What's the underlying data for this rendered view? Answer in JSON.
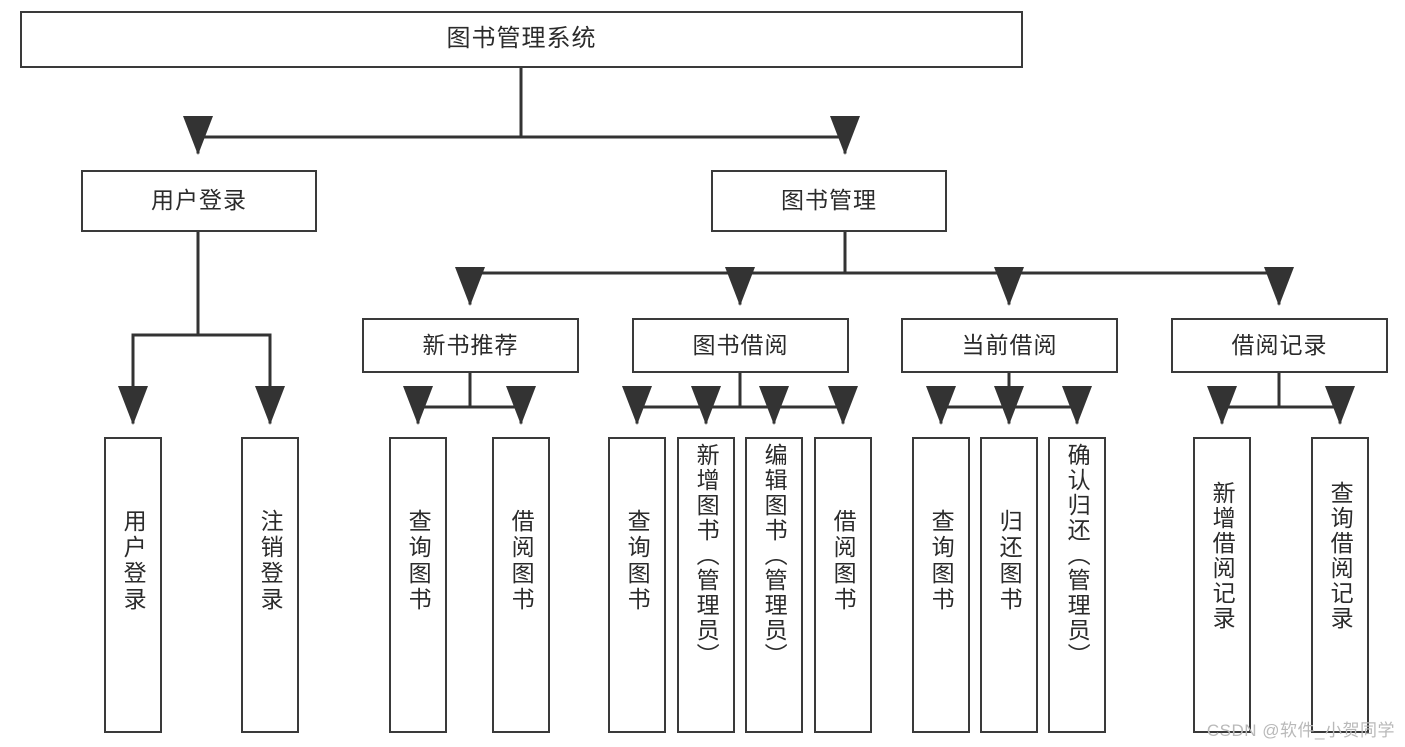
{
  "diagram": {
    "title": "图书管理系统",
    "root": {
      "label": "图书管理系统"
    },
    "level2": [
      {
        "label": "用户登录"
      },
      {
        "label": "图书管理"
      }
    ],
    "level3": [
      {
        "label": "新书推荐"
      },
      {
        "label": "图书借阅"
      },
      {
        "label": "当前借阅"
      },
      {
        "label": "借阅记录"
      }
    ],
    "leaves": {
      "user_login": [
        {
          "label": "用户登录"
        },
        {
          "label": "注销登录"
        }
      ],
      "new_book": [
        {
          "label": "查询图书"
        },
        {
          "label": "借阅图书"
        }
      ],
      "borrow_book": [
        {
          "label": "查询图书"
        },
        {
          "label": "新增图书（管理员）"
        },
        {
          "label": "编辑图书（管理员）"
        },
        {
          "label": "借阅图书"
        }
      ],
      "current_borrow": [
        {
          "label": "查询图书"
        },
        {
          "label": "归还图书"
        },
        {
          "label": "确认归还（管理员）"
        }
      ],
      "borrow_record": [
        {
          "label": "新增借阅记录"
        },
        {
          "label": "查询借阅记录"
        }
      ]
    },
    "watermark": "CSDN @软件_小贺同学",
    "colors": {
      "border": "#3a3a3a",
      "text": "#2b2b2b",
      "line": "#333333",
      "background": "#ffffff",
      "watermark": "#b9b9b9"
    }
  }
}
